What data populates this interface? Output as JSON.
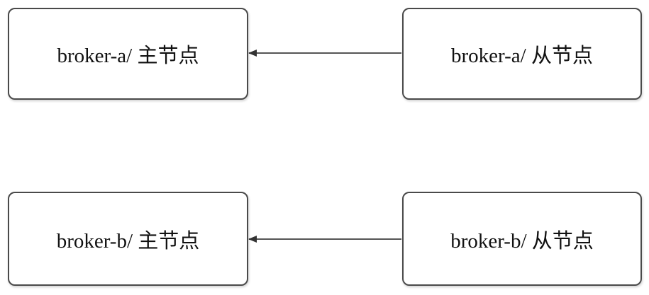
{
  "diagram": {
    "nodes": [
      {
        "id": "a-master",
        "label": "broker-a/ 主节点"
      },
      {
        "id": "a-slave",
        "label": "broker-a/ 从节点"
      },
      {
        "id": "b-master",
        "label": "broker-b/ 主节点"
      },
      {
        "id": "b-slave",
        "label": "broker-b/ 从节点"
      }
    ],
    "edges": [
      {
        "from": "a-slave",
        "to": "a-master"
      },
      {
        "from": "b-slave",
        "to": "b-master"
      }
    ]
  },
  "colors": {
    "border": "#4a4a4a",
    "edge": "#333333",
    "text": "#111111",
    "background": "#ffffff"
  }
}
